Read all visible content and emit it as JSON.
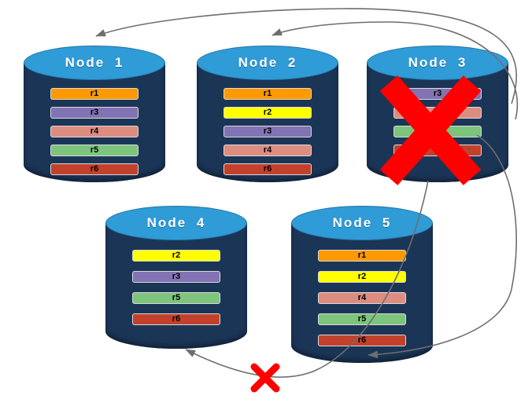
{
  "diagram": {
    "colors": {
      "cylinder_top": "#2F9BD7",
      "cylinder_body": "#1B3557",
      "arrow": "#6E6E6E",
      "failure": "#FF0000"
    },
    "icons": {
      "big_failure_x": "failure-x-icon",
      "small_failure_x": "failure-x-icon"
    },
    "nodes": [
      {
        "id": "node-1",
        "label": "Node 1",
        "records": [
          {
            "label": "r1",
            "color": "#FF9900"
          },
          {
            "label": "r3",
            "color": "#8273B4"
          },
          {
            "label": "r4",
            "color": "#DD8D80"
          },
          {
            "label": "r5",
            "color": "#7DC57D"
          },
          {
            "label": "r6",
            "color": "#C2412C"
          }
        ]
      },
      {
        "id": "node-2",
        "label": "Node 2",
        "records": [
          {
            "label": "r1",
            "color": "#FF9900"
          },
          {
            "label": "r2",
            "color": "#FFFF00"
          },
          {
            "label": "r3",
            "color": "#8273B4"
          },
          {
            "label": "r4",
            "color": "#DD8D80"
          },
          {
            "label": "r6",
            "color": "#C2412C"
          }
        ]
      },
      {
        "id": "node-3",
        "label": "Node 3",
        "records": [
          {
            "label": "r3",
            "color": "#8273B4"
          },
          {
            "label": "r4",
            "color": "#DD8D80"
          },
          {
            "label": "r5",
            "color": "#7DC57D"
          },
          {
            "label": "r6",
            "color": "#C2412C"
          }
        ]
      },
      {
        "id": "node-4",
        "label": "Node 4",
        "records": [
          {
            "label": "r2",
            "color": "#FFFF00"
          },
          {
            "label": "r3",
            "color": "#8273B4"
          },
          {
            "label": "r5",
            "color": "#7DC57D"
          },
          {
            "label": "r6",
            "color": "#C2412C"
          }
        ]
      },
      {
        "id": "node-5",
        "label": "Node 5",
        "records": [
          {
            "label": "r1",
            "color": "#FF9900"
          },
          {
            "label": "r2",
            "color": "#FFFF00"
          },
          {
            "label": "r4",
            "color": "#DD8D80"
          },
          {
            "label": "r5",
            "color": "#7DC57D"
          },
          {
            "label": "r6",
            "color": "#C2412C"
          }
        ]
      }
    ]
  }
}
